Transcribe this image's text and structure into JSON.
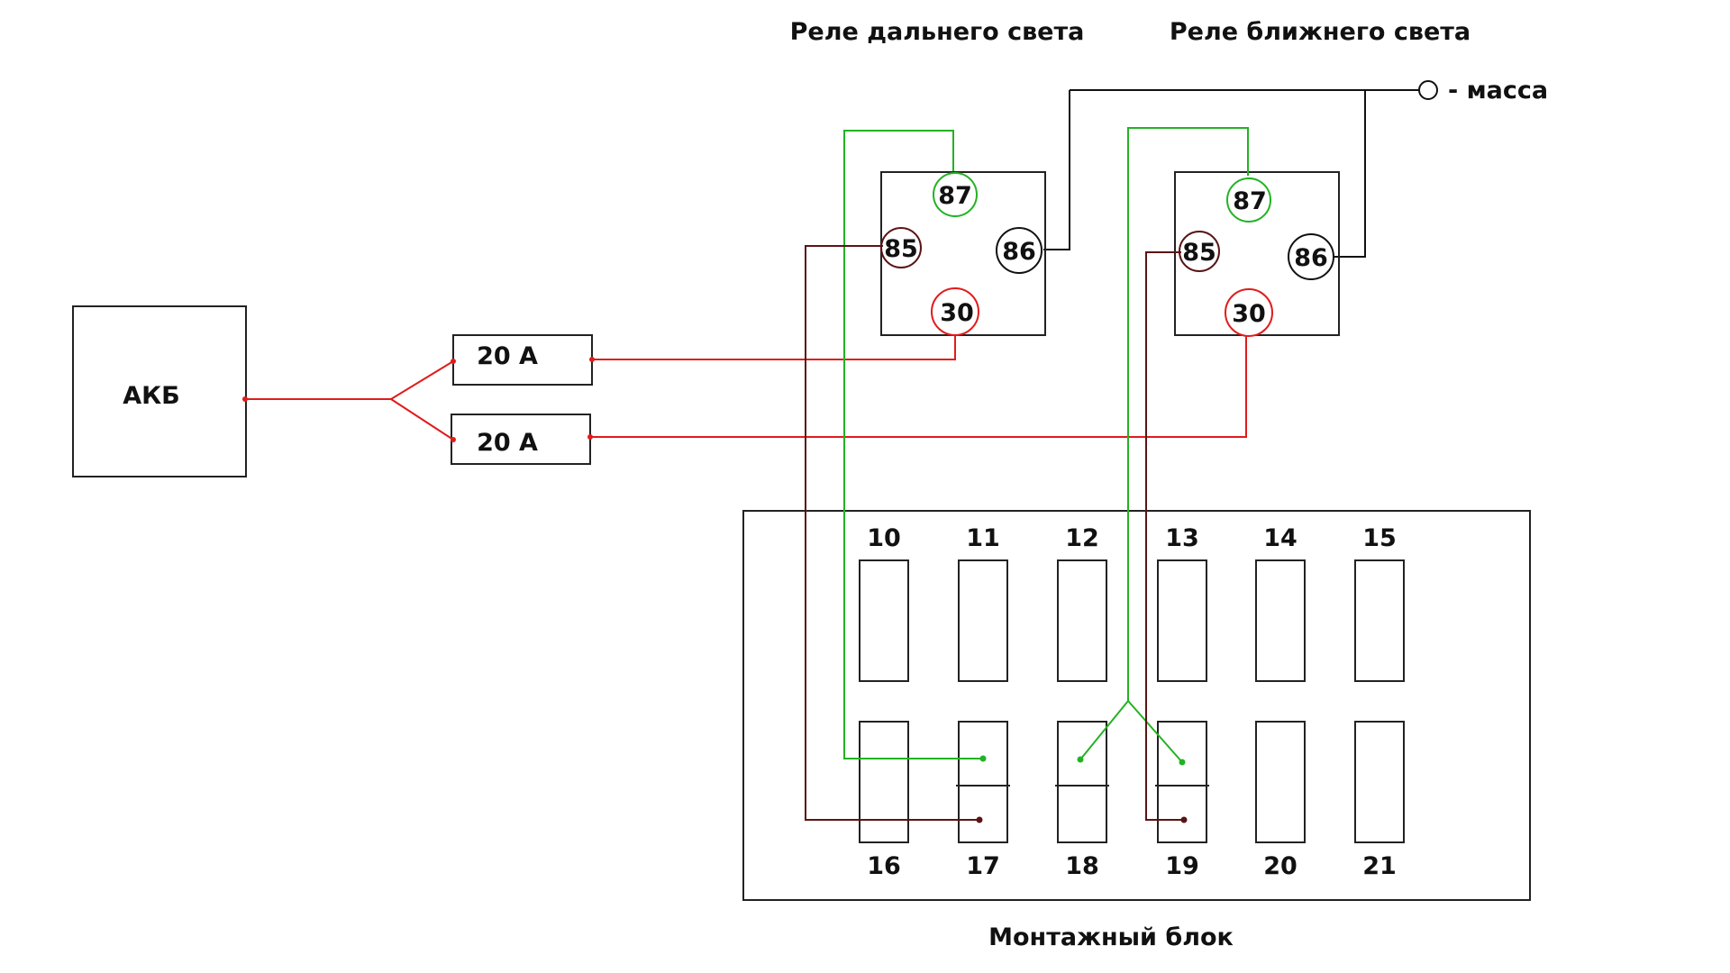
{
  "colors": {
    "power": "#e11b1b",
    "signal": "#22b322",
    "control": "#5a1414",
    "ground": "#111111",
    "outline": "#222222"
  },
  "labels": {
    "relay_high_title": "Реле дальнего света",
    "relay_low_title": "Реле ближнего света",
    "ground": "- масса",
    "battery": "АКБ",
    "fuse_top": "20 А",
    "fuse_bottom": "20 А",
    "mount_block": "Монтажный блок"
  },
  "relay_high": {
    "pin87": "87",
    "pin85": "85",
    "pin86": "86",
    "pin30": "30"
  },
  "relay_low": {
    "pin87": "87",
    "pin85": "85",
    "pin86": "86",
    "pin30": "30"
  },
  "mount_block": {
    "top_slots": [
      "10",
      "11",
      "12",
      "13",
      "14",
      "15"
    ],
    "bottom_slots": [
      "16",
      "17",
      "18",
      "19",
      "20",
      "21"
    ]
  }
}
